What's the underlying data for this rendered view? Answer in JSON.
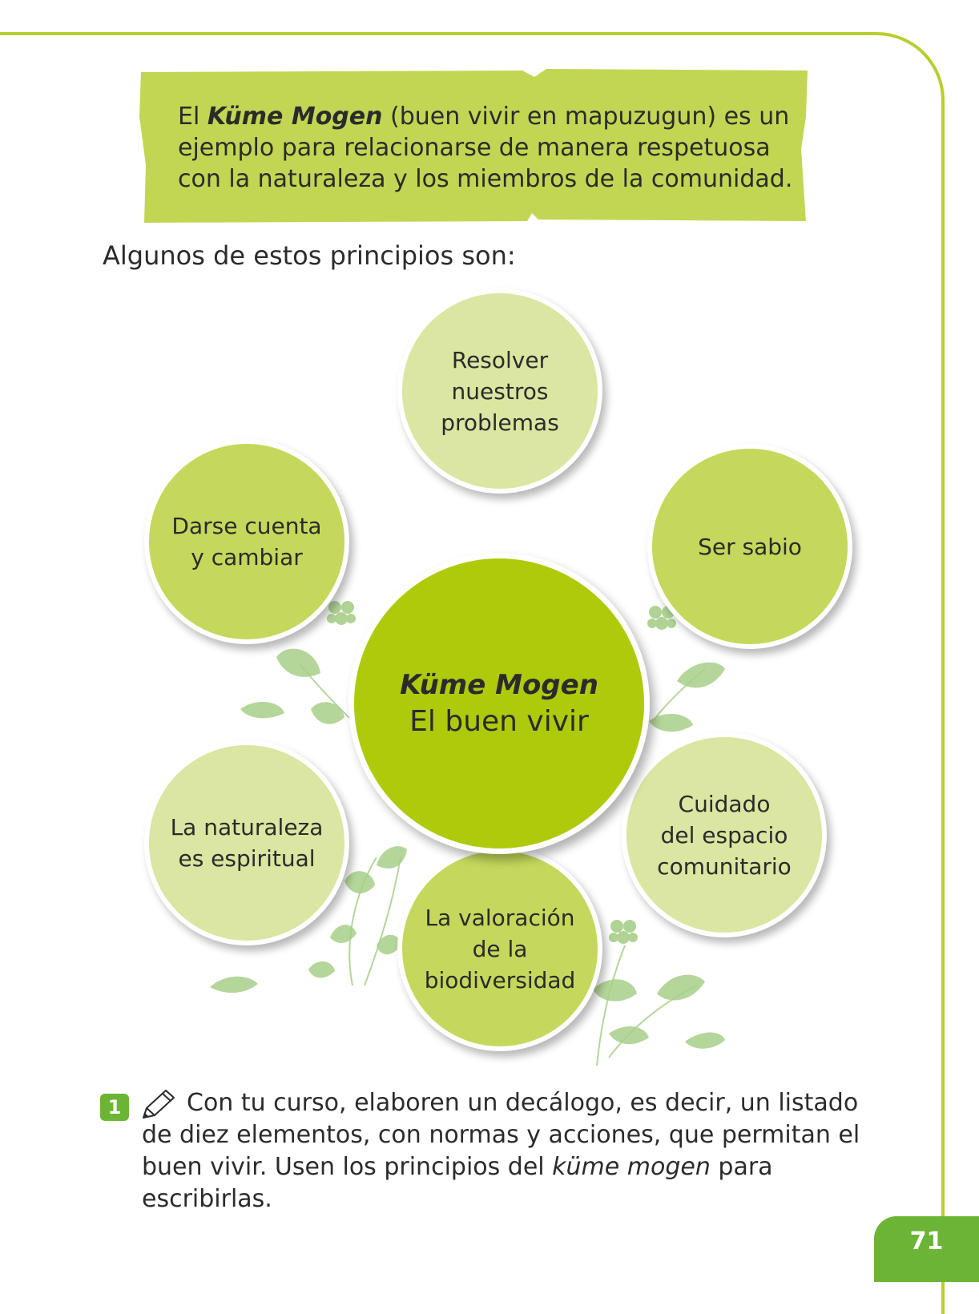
{
  "intro": {
    "term": "Küme Mogen",
    "prefix": "El ",
    "suffix": " (buen vivir en mapuzugun) es un ejemplo para relacionarse de manera respetuosa con la naturaleza y los miembros de la comunidad."
  },
  "lead": "Algunos de estos principios son:",
  "center": {
    "title": "Küme Mogen",
    "subtitle": "El buen vivir"
  },
  "principles": [
    "Resolver\nnuestros\nproblemas",
    "Darse cuenta\ny cambiar",
    "Ser sabio",
    "La naturaleza\nes espiritual",
    "Cuidado\ndel espacio\ncomunitario",
    "La valoración\nde la\nbiodiversidad"
  ],
  "activity": {
    "number": "1",
    "text_before": "Con tu curso, elaboren un decálogo, es decir, un listado de diez elementos, con normas y acciones, que permitan el buen vivir. Usen los principios del ",
    "emphasis": "küme mogen",
    "text_after": " para escribirlas.",
    "icon": "pencil-icon"
  },
  "page_number": "71",
  "colors": {
    "accent_green": "#6cb435",
    "lime": "#afca0b",
    "banner": "#c2d653",
    "bubble_light": "#dae6a1",
    "bubble_mid": "#c5d85c"
  }
}
